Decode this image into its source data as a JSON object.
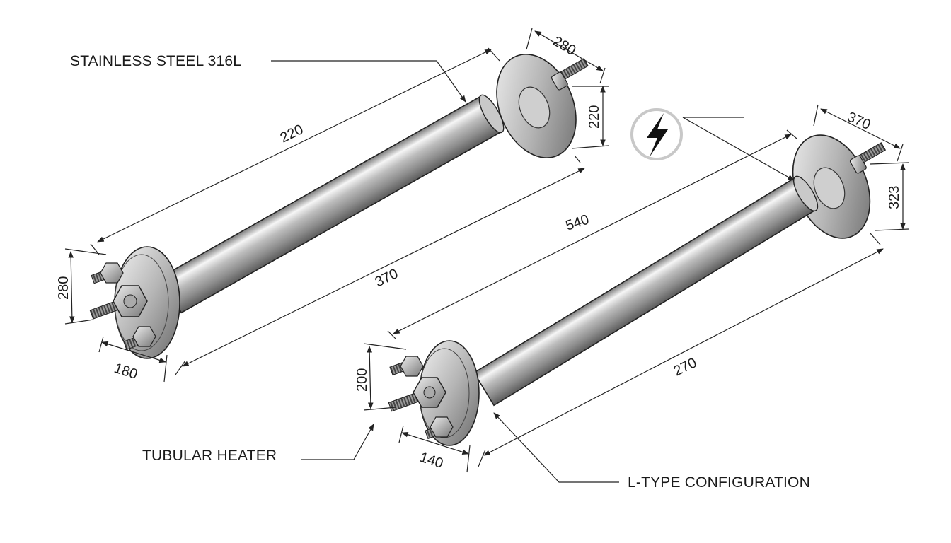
{
  "callouts": {
    "material": "STAINLESS STEEL 316L",
    "heater": "TUBULAR HEATER",
    "configuration": "L-TYPE CONFIGURATION"
  },
  "icon": {
    "name": "lightning-bolt-icon",
    "ring_color": "#c8c8c8",
    "bolt_color": "#111111"
  },
  "left_heater": {
    "dims": {
      "top_flange": "280",
      "top_flange_height": "220",
      "overall_upper": "220",
      "overall_lower": "370",
      "end_flange_height": "280",
      "end_flange_width": "180"
    }
  },
  "right_heater": {
    "dims": {
      "top_flange": "370",
      "top_flange_height": "323",
      "overall_upper": "540",
      "overall_lower": "270",
      "end_flange_height": "200",
      "end_flange_width": "140"
    }
  },
  "colors": {
    "steel_light": "#f4f4f4",
    "steel_mid": "#b9b9b9",
    "steel_dark": "#6e6e6e",
    "line": "#222222"
  }
}
